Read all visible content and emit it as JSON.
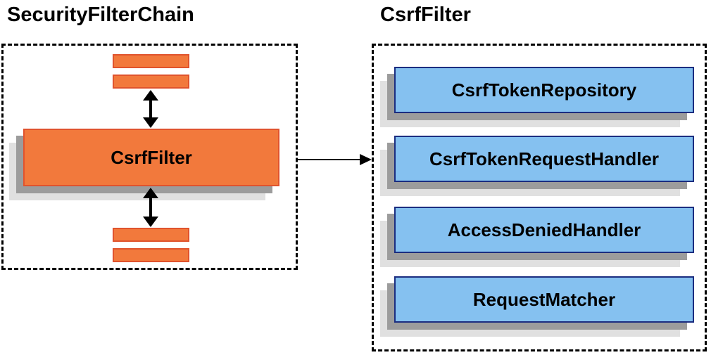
{
  "left_panel": {
    "title": "SecurityFilterChain",
    "main_box_label": "CsrfFilter"
  },
  "right_panel": {
    "title": "CsrfFilter",
    "boxes": [
      "CsrfTokenRepository",
      "CsrfTokenRequestHandler",
      "AccessDeniedHandler",
      "RequestMatcher"
    ]
  },
  "colors": {
    "orange_fill": "#f2793c",
    "orange_border": "#e0532d",
    "blue_fill": "#85c1f0",
    "blue_border": "#1b2d80",
    "shadow_dark": "#9c9c9c",
    "shadow_light": "#e0e0e0",
    "ink": "#000000",
    "bg": "#ffffff"
  }
}
